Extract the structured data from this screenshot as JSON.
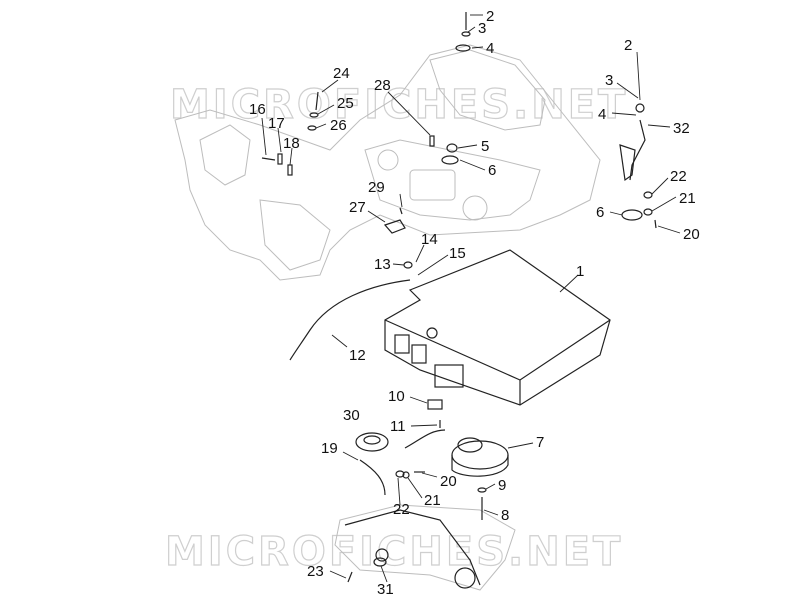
{
  "watermark": "MICROFICHES.NET",
  "colors": {
    "ink": "#111111",
    "ghost": "#bdbdbd",
    "watermark": "#cfcfcf"
  },
  "callouts": [
    {
      "text": "1"
    },
    {
      "text": "2"
    },
    {
      "text": "3"
    },
    {
      "text": "4"
    },
    {
      "text": "2"
    },
    {
      "text": "3"
    },
    {
      "text": "4"
    },
    {
      "text": "32"
    },
    {
      "text": "24"
    },
    {
      "text": "25"
    },
    {
      "text": "26"
    },
    {
      "text": "16"
    },
    {
      "text": "17"
    },
    {
      "text": "18"
    },
    {
      "text": "28"
    },
    {
      "text": "5"
    },
    {
      "text": "6"
    },
    {
      "text": "29"
    },
    {
      "text": "27"
    },
    {
      "text": "22"
    },
    {
      "text": "21"
    },
    {
      "text": "6"
    },
    {
      "text": "20"
    },
    {
      "text": "14"
    },
    {
      "text": "13"
    },
    {
      "text": "15"
    },
    {
      "text": "12"
    },
    {
      "text": "10"
    },
    {
      "text": "11"
    },
    {
      "text": "30"
    },
    {
      "text": "7"
    },
    {
      "text": "19"
    },
    {
      "text": "20"
    },
    {
      "text": "9"
    },
    {
      "text": "22"
    },
    {
      "text": "21"
    },
    {
      "text": "8"
    },
    {
      "text": "23"
    },
    {
      "text": "31"
    }
  ]
}
